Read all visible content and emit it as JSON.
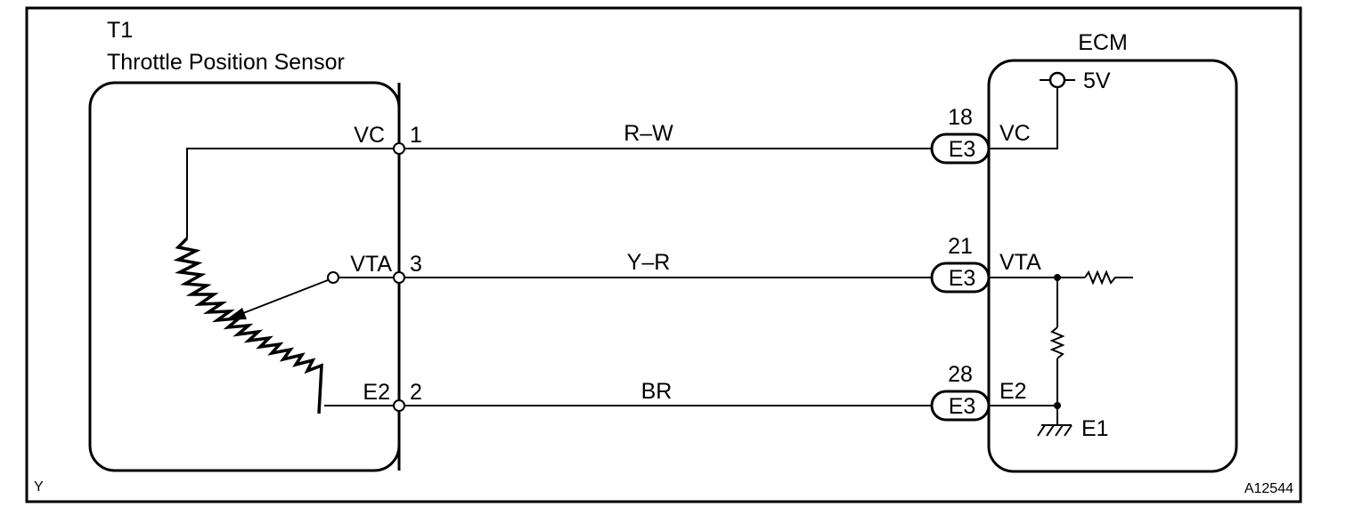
{
  "sensor": {
    "code": "T1",
    "name": "Throttle Position Sensor",
    "pins": [
      {
        "label": "VC",
        "number": "1"
      },
      {
        "label": "VTA",
        "number": "3"
      },
      {
        "label": "E2",
        "number": "2"
      }
    ]
  },
  "wires": [
    {
      "color": "R–W"
    },
    {
      "color": "Y–R"
    },
    {
      "color": "BR"
    }
  ],
  "ecm": {
    "name": "ECM",
    "supply": "5V",
    "ground": "E1",
    "pins": [
      {
        "number": "18",
        "connector": "E3",
        "label": "VC"
      },
      {
        "number": "21",
        "connector": "E3",
        "label": "VTA"
      },
      {
        "number": "28",
        "connector": "E3",
        "label": "E2"
      }
    ]
  },
  "footer": {
    "left": "Y",
    "right": "A12544"
  }
}
